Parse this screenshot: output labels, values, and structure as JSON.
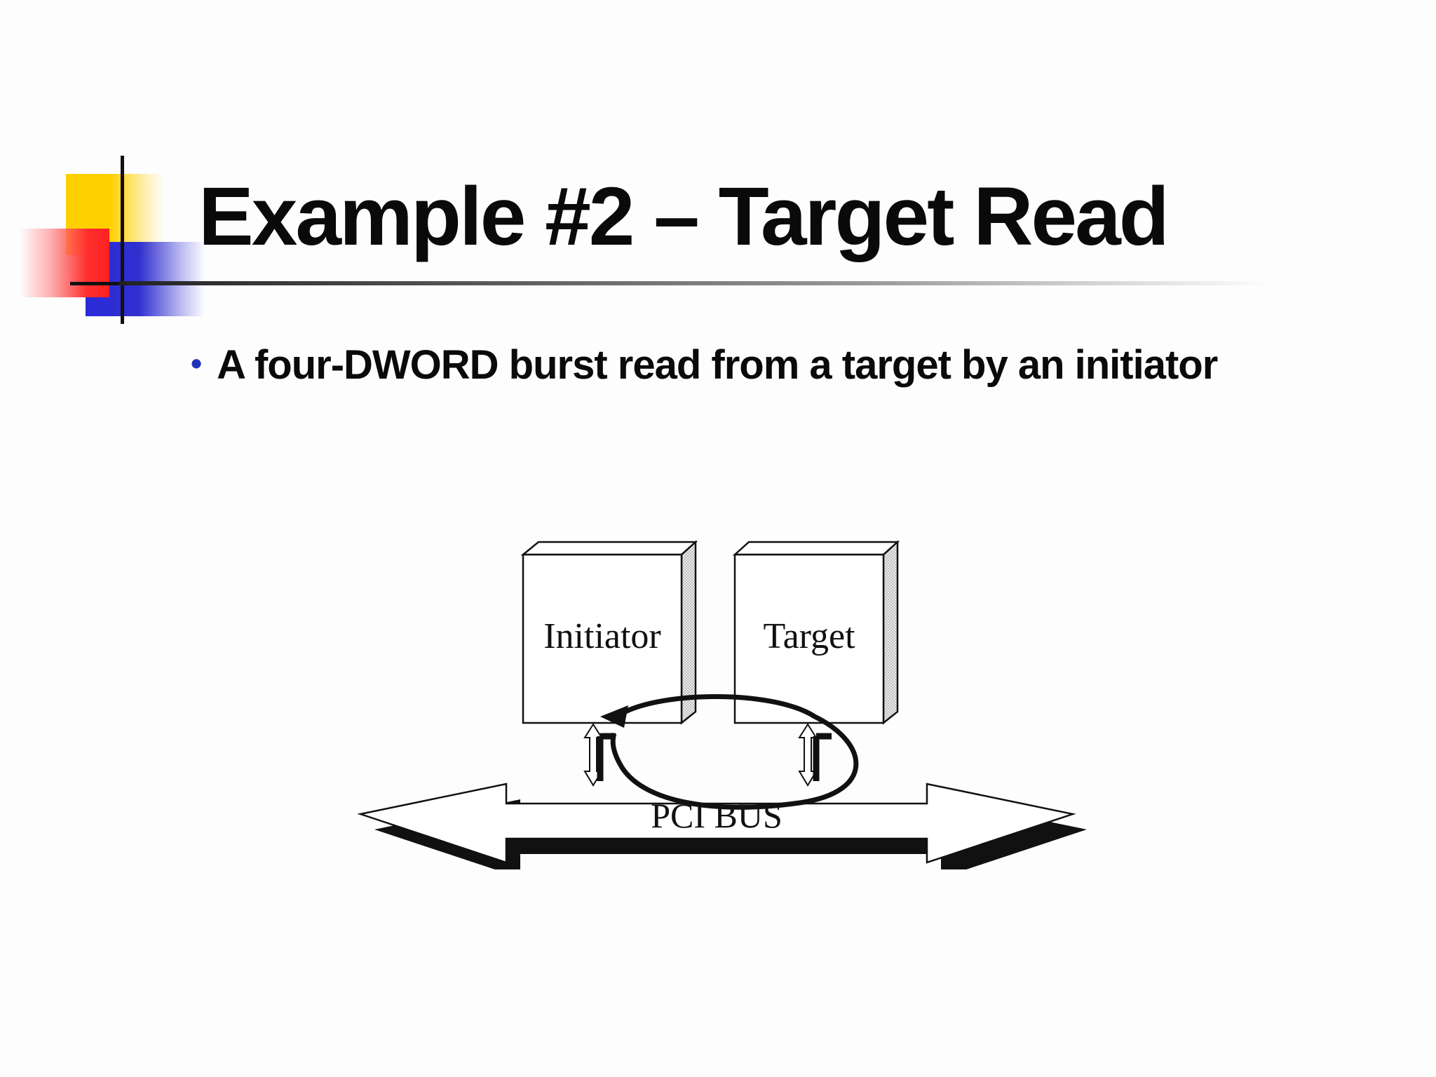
{
  "slide": {
    "title": "Example #2 – Target Read",
    "bullets": [
      "A four-DWORD burst read from a target by an initiator"
    ]
  },
  "diagram": {
    "initiator_label": "Initiator",
    "target_label": "Target",
    "bus_label": "PCI BUS"
  },
  "colors": {
    "bullet": "#2233bb",
    "logo_yellow": "#ffd000",
    "logo_red": "#ff2020",
    "logo_blue": "#2a2ad8"
  }
}
